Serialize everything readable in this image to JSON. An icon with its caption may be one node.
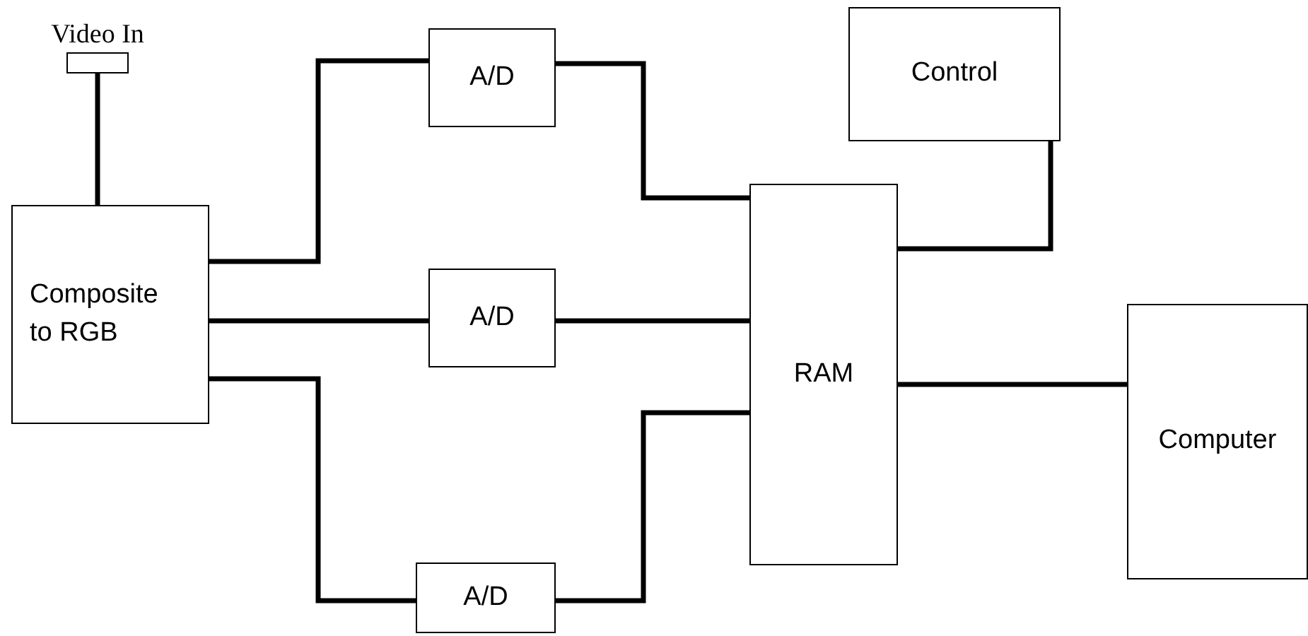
{
  "diagram": {
    "nodes": [
      {
        "text": [
          "Video In"
        ]
      },
      {
        "text": [
          "Composite to RGB"
        ]
      },
      {
        "text": [
          "A/D"
        ]
      },
      {
        "text": [
          "A/D"
        ]
      },
      {
        "text": [
          "A/D"
        ]
      },
      {
        "text": [
          "RAM"
        ]
      },
      {
        "text": [
          "Control"
        ]
      },
      {
        "text": [
          "Computer"
        ]
      }
    ],
    "edges": [
      {
        "from": 0,
        "to": 1,
        "arrow": "none"
      },
      {
        "from": 1,
        "to": 2,
        "arrow": "none"
      },
      {
        "from": 1,
        "to": 3,
        "arrow": "none"
      },
      {
        "from": 1,
        "to": 4,
        "arrow": "none"
      },
      {
        "from": 2,
        "to": 5,
        "arrow": "none"
      },
      {
        "from": 3,
        "to": 5,
        "arrow": "none"
      },
      {
        "from": 4,
        "to": 5,
        "arrow": "none"
      },
      {
        "from": 5,
        "to": 6,
        "arrow": "none"
      },
      {
        "from": 5,
        "to": 7,
        "arrow": "none"
      }
    ]
  }
}
